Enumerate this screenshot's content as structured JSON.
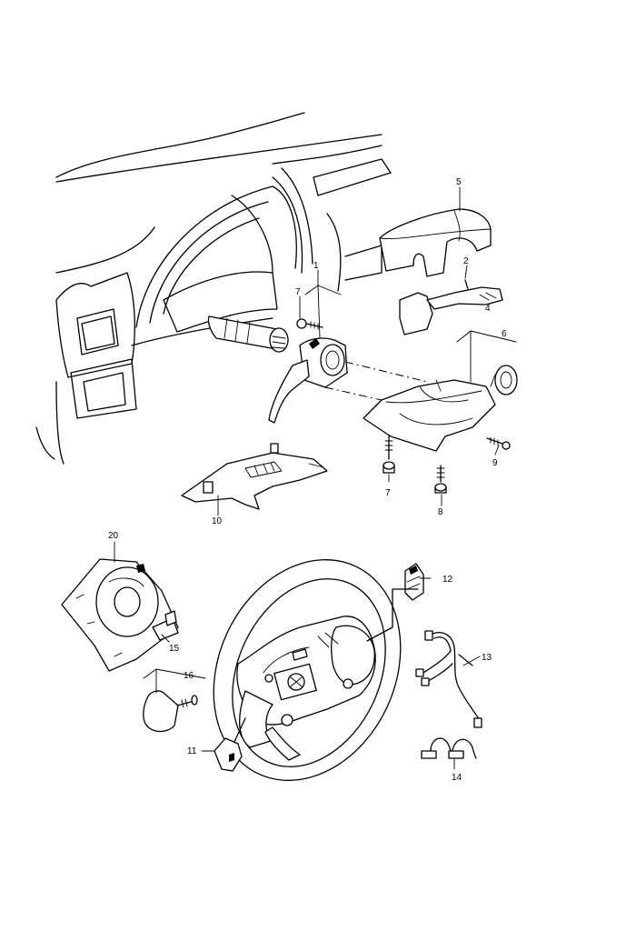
{
  "callouts": {
    "c1": "1",
    "c2": "2",
    "c4": "4",
    "c5": "5",
    "c6": "6",
    "c7a": "7",
    "c7b": "7",
    "c8": "8",
    "c9": "9",
    "c10": "10",
    "c11": "11",
    "c12": "12",
    "c13": "13",
    "c14": "14",
    "c15": "15",
    "c16": "16",
    "c20": "20"
  }
}
